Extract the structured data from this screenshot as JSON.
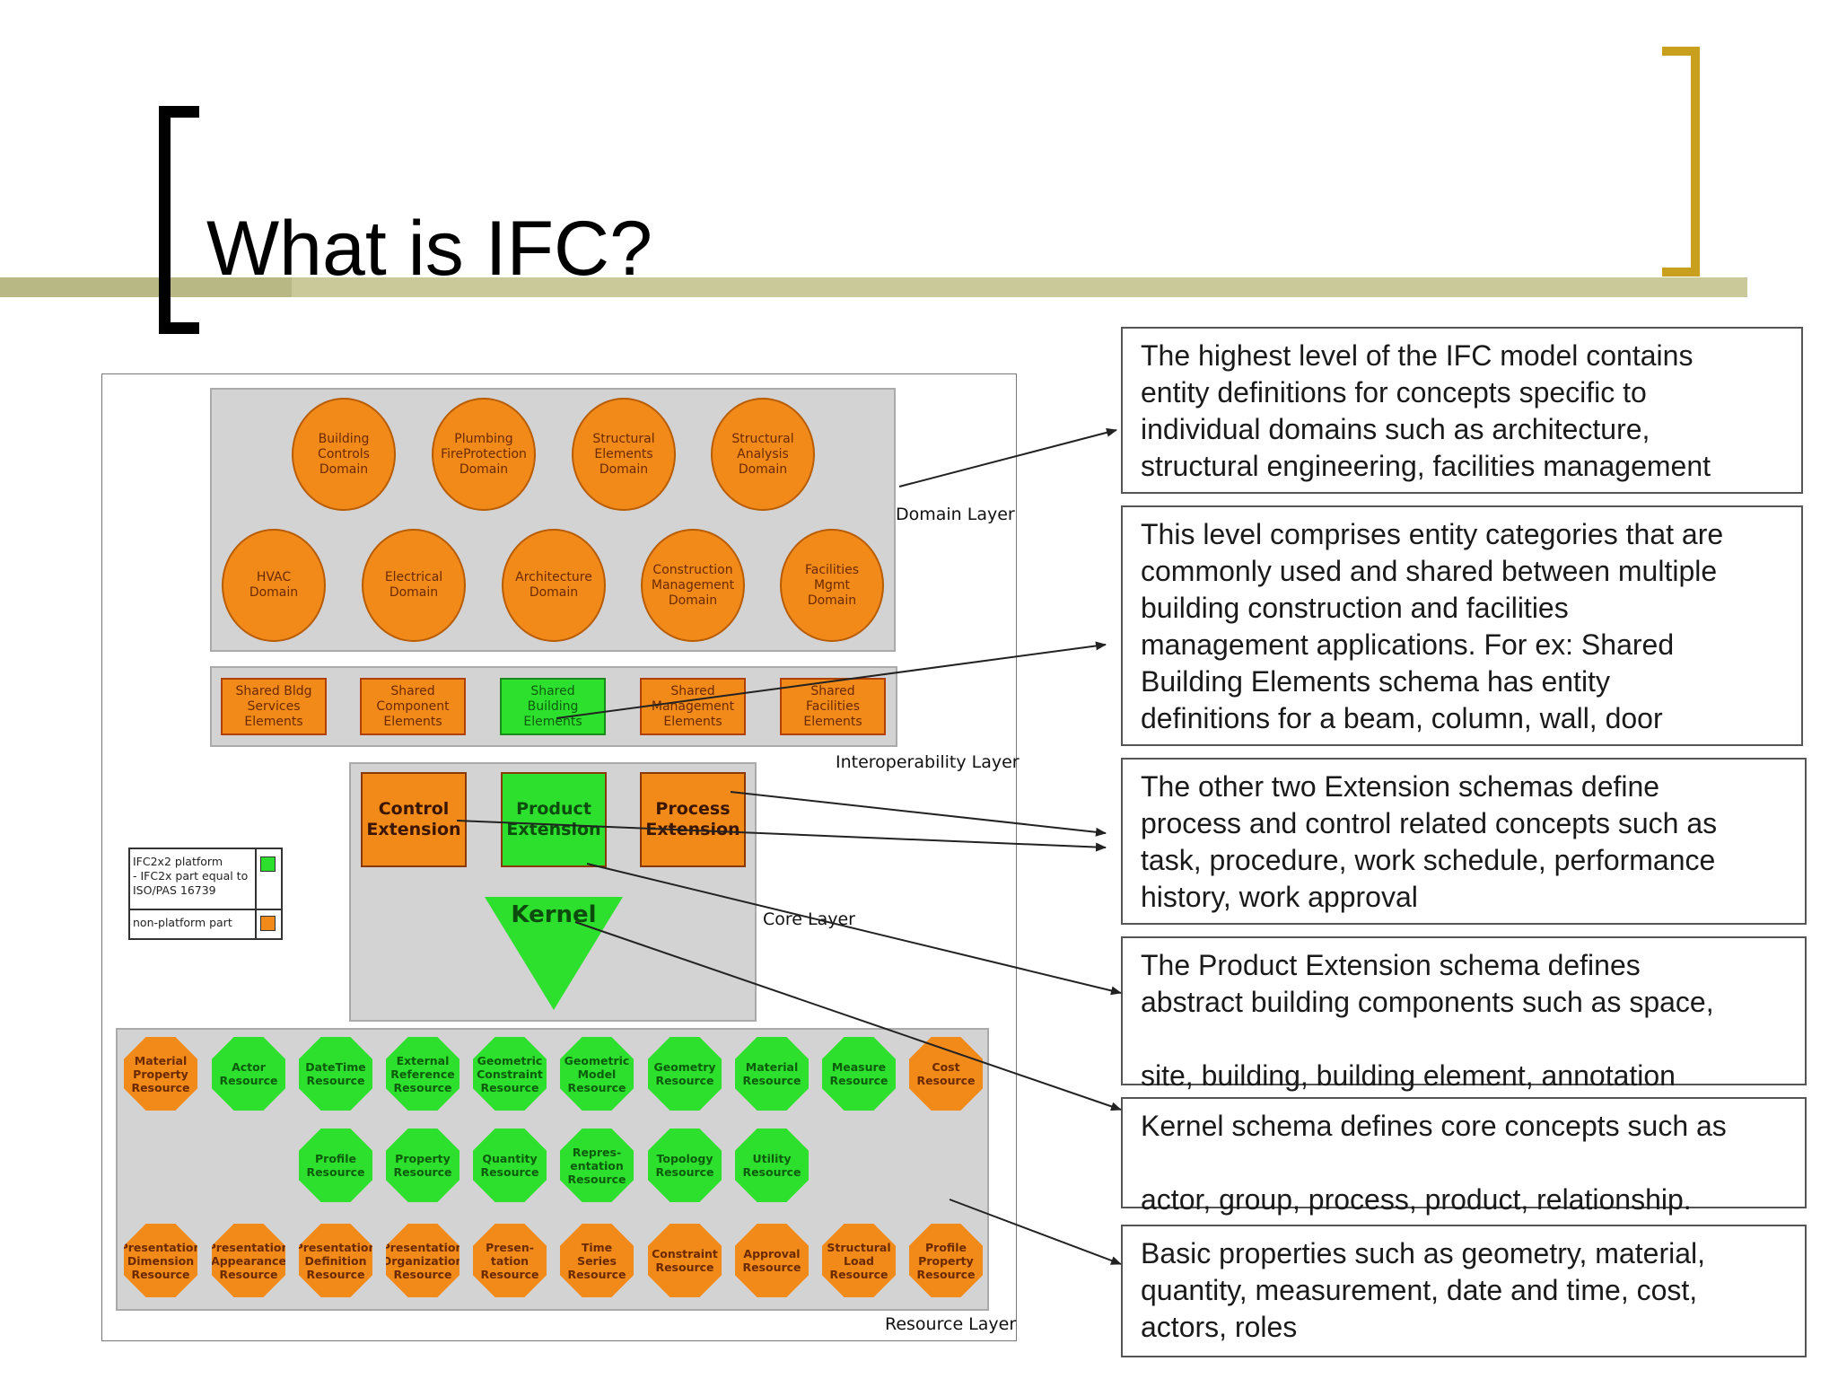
{
  "slide": {
    "title": "What is IFC?",
    "colors": {
      "bracket_left": "#000000",
      "bracket_right": "#c8a01e",
      "title_bar": "#c9c99a"
    }
  },
  "diagram": {
    "layers": {
      "domain": "Domain Layer",
      "interoperability": "Interoperability Layer",
      "core": "Core Layer",
      "resource": "Resource Layer"
    },
    "domain_row1": [
      "Building\nControls\nDomain",
      "Plumbing\nFireProtection\nDomain",
      "Structural\nElements\nDomain",
      "Structural\nAnalysis\nDomain"
    ],
    "domain_row2": [
      "HVAC\nDomain",
      "Electrical\nDomain",
      "Architecture\nDomain",
      "Construction\nManagement\nDomain",
      "Facilities\nMgmt\nDomain"
    ],
    "shared_elements": [
      {
        "label": "Shared Bldg\nServices\nElements",
        "color": "orange"
      },
      {
        "label": "Shared\nComponent\nElements",
        "color": "orange"
      },
      {
        "label": "Shared\nBuilding\nElements",
        "color": "green"
      },
      {
        "label": "Shared\nManagement\nElements",
        "color": "orange"
      },
      {
        "label": "Shared\nFacilities\nElements",
        "color": "orange"
      }
    ],
    "extensions": [
      {
        "label": "Control\nExtension",
        "color": "orange"
      },
      {
        "label": "Product\nExtension",
        "color": "green"
      },
      {
        "label": "Process\nExtension",
        "color": "orange"
      }
    ],
    "kernel": "Kernel",
    "legend": {
      "platform": "IFC2x2 platform\n- IFC2x part equal to\n  ISO/PAS 16739",
      "non_platform": "non-platform part"
    },
    "resources_row1": [
      {
        "label": "Material\nProperty\nResource",
        "color": "orange"
      },
      {
        "label": "Actor\nResource",
        "color": "green"
      },
      {
        "label": "DateTime\nResource",
        "color": "green"
      },
      {
        "label": "External\nReference\nResource",
        "color": "green"
      },
      {
        "label": "Geometric\nConstraint\nResource",
        "color": "green"
      },
      {
        "label": "Geometric\nModel\nResource",
        "color": "green"
      },
      {
        "label": "Geometry\nResource",
        "color": "green"
      },
      {
        "label": "Material\nResource",
        "color": "green"
      },
      {
        "label": "Measure\nResource",
        "color": "green"
      },
      {
        "label": "Cost\nResource",
        "color": "orange"
      }
    ],
    "resources_row2": [
      {
        "label": "Profile\nResource",
        "color": "green"
      },
      {
        "label": "Property\nResource",
        "color": "green"
      },
      {
        "label": "Quantity\nResource",
        "color": "green"
      },
      {
        "label": "Repres-\nentation\nResource",
        "color": "green"
      },
      {
        "label": "Topology\nResource",
        "color": "green"
      },
      {
        "label": "Utility\nResource",
        "color": "green"
      }
    ],
    "resources_row3": [
      {
        "label": "Presentation\nDimension\nResource",
        "color": "orange"
      },
      {
        "label": "Presentation\nAppearance\nResource",
        "color": "orange"
      },
      {
        "label": "Presentation\nDefinition\nResource",
        "color": "orange"
      },
      {
        "label": "Presentation\nOrganization\nResource",
        "color": "orange"
      },
      {
        "label": "Presen-\ntation\nResource",
        "color": "orange"
      },
      {
        "label": "Time\nSeries\nResource",
        "color": "orange"
      },
      {
        "label": "Constraint\nResource",
        "color": "orange"
      },
      {
        "label": "Approval\nResource",
        "color": "orange"
      },
      {
        "label": "Structural\nLoad\nResource",
        "color": "orange"
      },
      {
        "label": "Profile\nProperty\nResource",
        "color": "orange"
      }
    ]
  },
  "descriptions": [
    "The highest level of the IFC model contains\nentity definitions for concepts specific to\nindividual domains such as architecture,\nstructural engineering, facilities management",
    "This level comprises entity categories that are\ncommonly used and shared between multiple\nbuilding construction and facilities\nmanagement applications. For ex: Shared\nBuilding Elements schema has entity\ndefinitions for a beam, column, wall, door",
    "The other two Extension schemas define\nprocess and control related concepts such as\ntask, procedure, work schedule, performance\nhistory, work approval",
    "The Product Extension schema defines\nabstract building components such as space,\n\nsite, building, building element, annotation",
    "Kernel schema defines core concepts such as\n\nactor, group, process, product, relationship.",
    "Basic properties such as geometry, material,\nquantity, measurement, date and time, cost,\nactors, roles"
  ]
}
